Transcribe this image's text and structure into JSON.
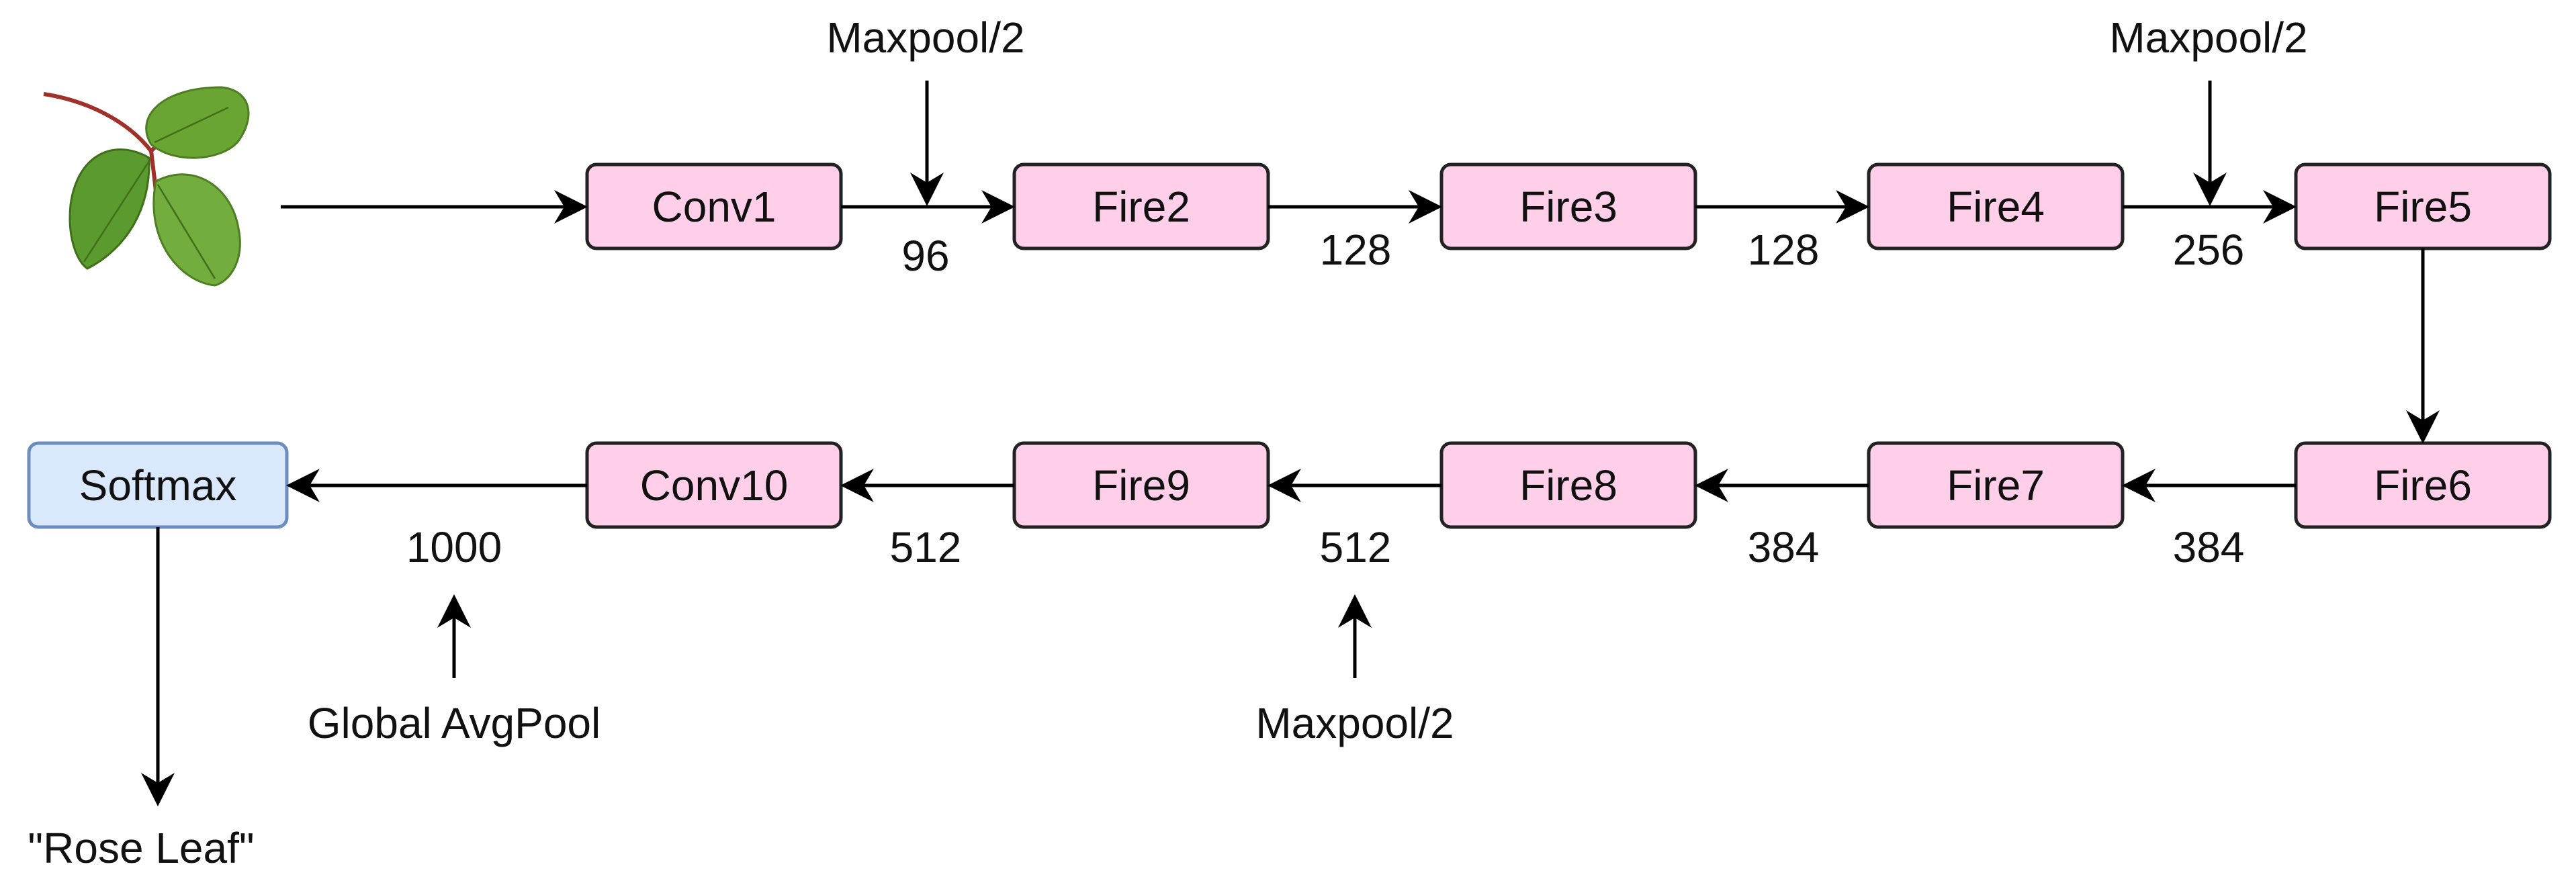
{
  "input": {
    "image": "leaf-image"
  },
  "layers": {
    "conv1": "Conv1",
    "fire2": "Fire2",
    "fire3": "Fire3",
    "fire4": "Fire4",
    "fire5": "Fire5",
    "fire6": "Fire6",
    "fire7": "Fire7",
    "fire8": "Fire8",
    "fire9": "Fire9",
    "conv10": "Conv10",
    "softmax": "Softmax"
  },
  "channels": {
    "after_conv1": "96",
    "after_fire2": "128",
    "after_fire3": "128",
    "after_fire4": "256",
    "after_fire6": "384",
    "after_fire7": "384",
    "after_fire8": "512",
    "after_fire9": "512",
    "after_conv10": "1000"
  },
  "operations": {
    "maxpool_after_conv1": "Maxpool/2",
    "maxpool_after_fire4": "Maxpool/2",
    "maxpool_after_fire8": "Maxpool/2",
    "global_avgpool": "Global AvgPool"
  },
  "output": {
    "prediction": "\"Rose Leaf\""
  },
  "colors": {
    "layer_fill": "#ffcfea",
    "layer_stroke": "#222222",
    "output_fill": "#dae8fc",
    "output_stroke": "#6c8ebf",
    "leaf_green": "#5a9a2e",
    "stem": "#a0302a"
  }
}
